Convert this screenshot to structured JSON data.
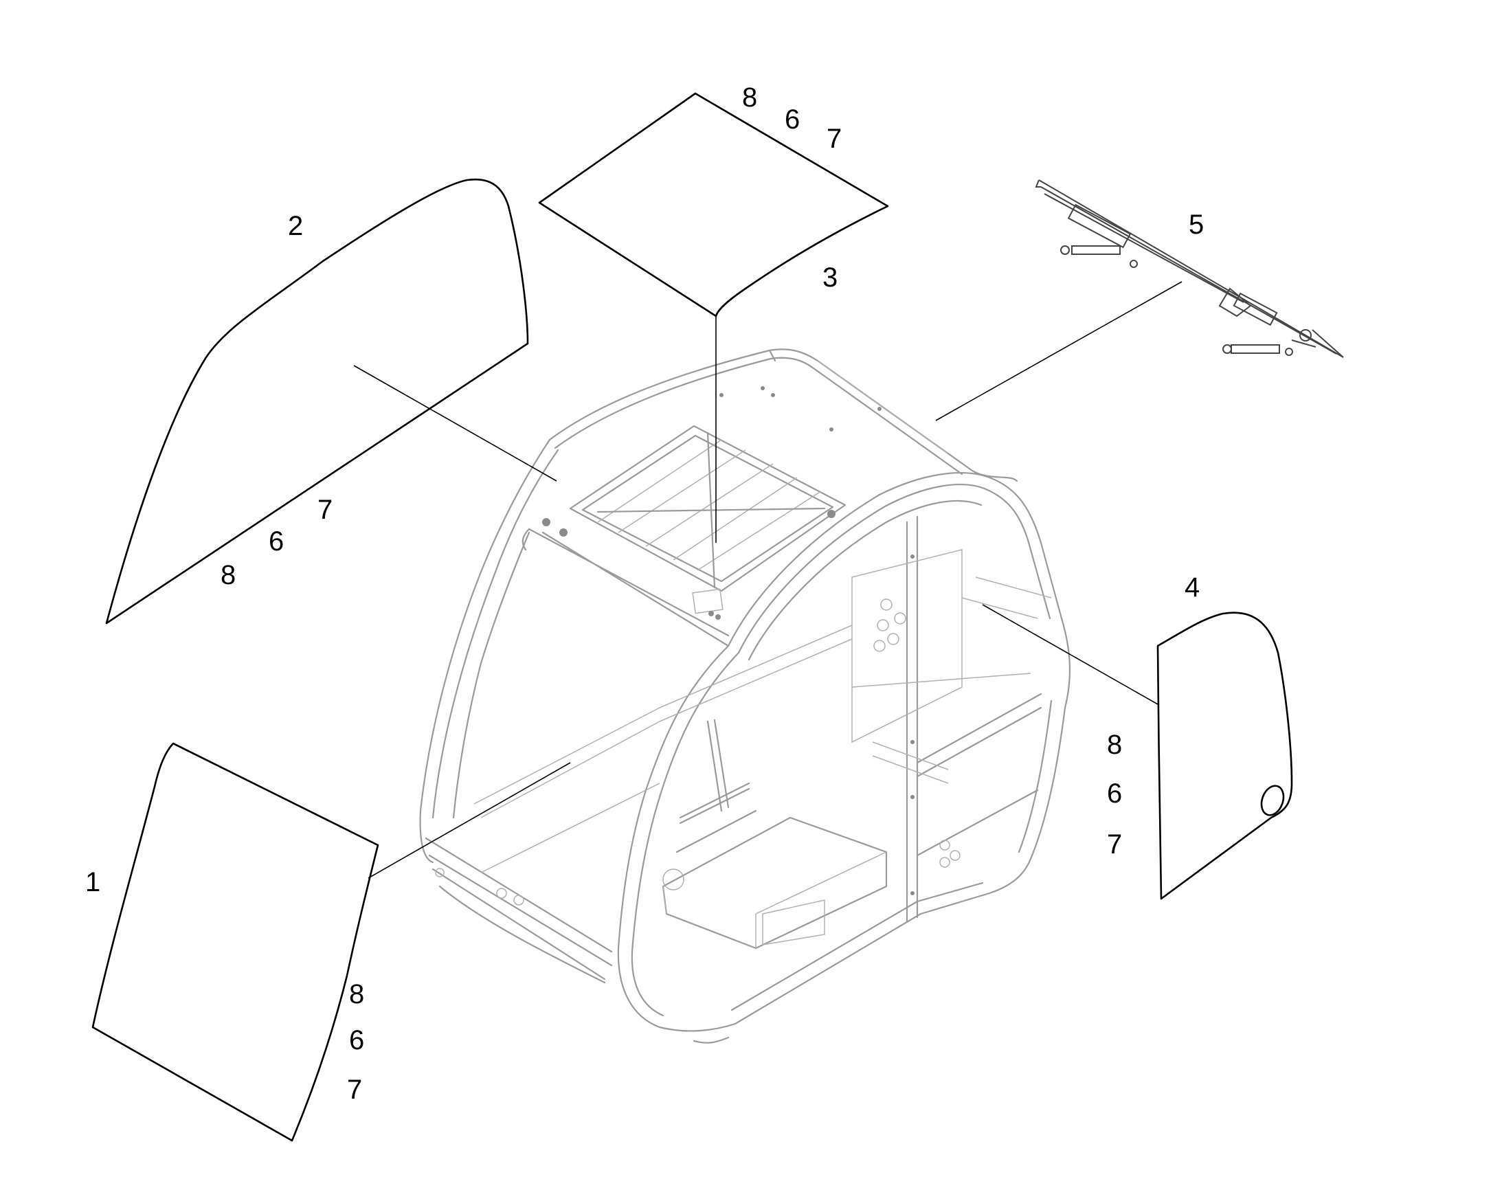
{
  "callouts": {
    "part_1": "1",
    "part_2": "2",
    "part_3": "3",
    "part_4": "4",
    "part_5": "5",
    "seal_8": "8",
    "seal_6": "6",
    "seal_7": "7"
  },
  "colors": {
    "outline": "#000000",
    "cab_frame": "#9a9a9a",
    "background": "#ffffff"
  }
}
